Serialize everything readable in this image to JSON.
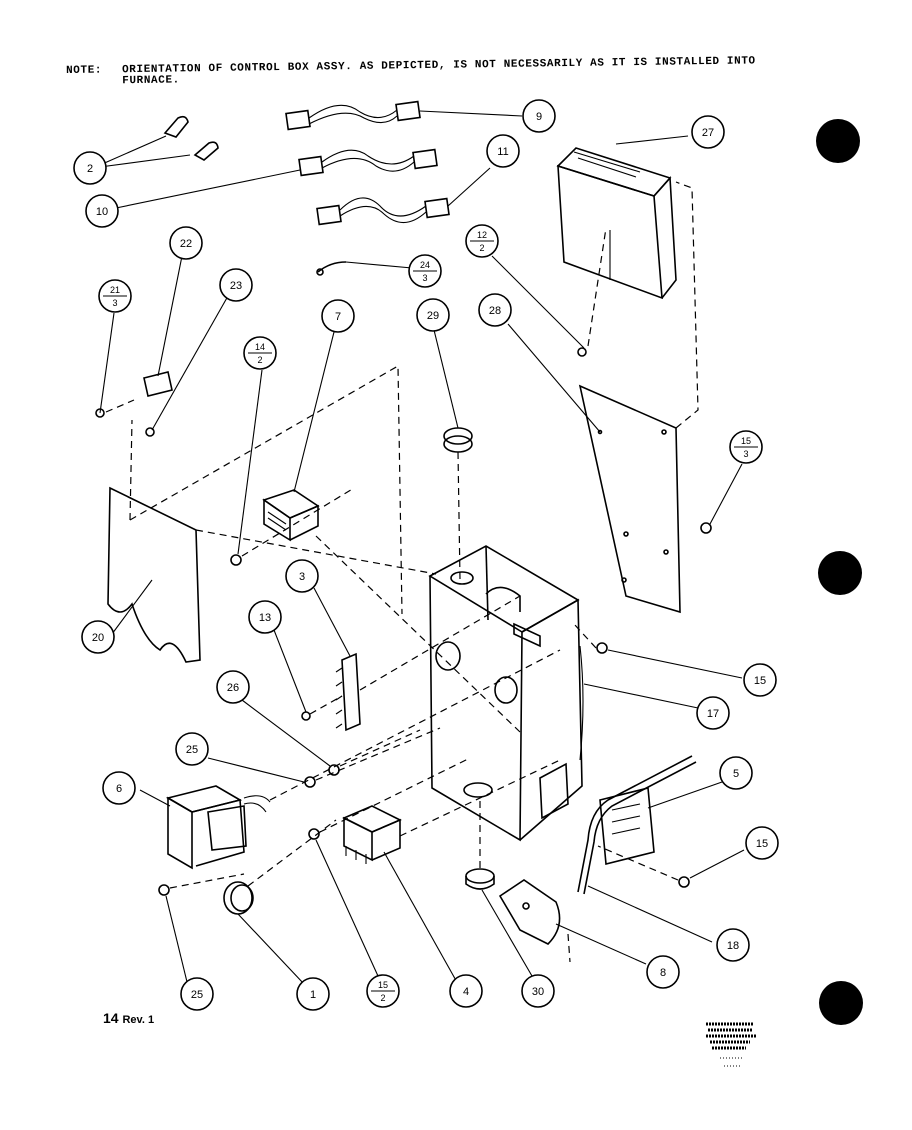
{
  "note": {
    "prefix": "NOTE:",
    "line1": "ORIENTATION OF CONTROL BOX ASSY. AS DEPICTED, IS NOT NECESSARILY AS IT IS INSTALLED INTO",
    "line2": "FURNACE."
  },
  "page_number": {
    "main": "14",
    "rev": "Rev. 1"
  },
  "callouts": {
    "c2": "2",
    "c9": "9",
    "c10": "10",
    "c11": "11",
    "c27": "27",
    "c22": "22",
    "c23": "23",
    "c21_top": "21",
    "c21_bot": "3",
    "c24_top": "24",
    "c24_bot": "3",
    "c12_top": "12",
    "c12_bot": "2",
    "c14_top": "14",
    "c14_bot": "2",
    "c7": "7",
    "c29": "29",
    "c28": "28",
    "c15a_top": "15",
    "c15a_bot": "3",
    "c20": "20",
    "c3": "3",
    "c13": "13",
    "c15b": "15",
    "c17": "17",
    "c26": "26",
    "c25a": "25",
    "c6": "6",
    "c5": "5",
    "c15c": "15",
    "c18": "18",
    "c8": "8",
    "c30": "30",
    "c4": "4",
    "c15d_top": "15",
    "c15d_bot": "2",
    "c1": "1",
    "c25b": "25"
  }
}
